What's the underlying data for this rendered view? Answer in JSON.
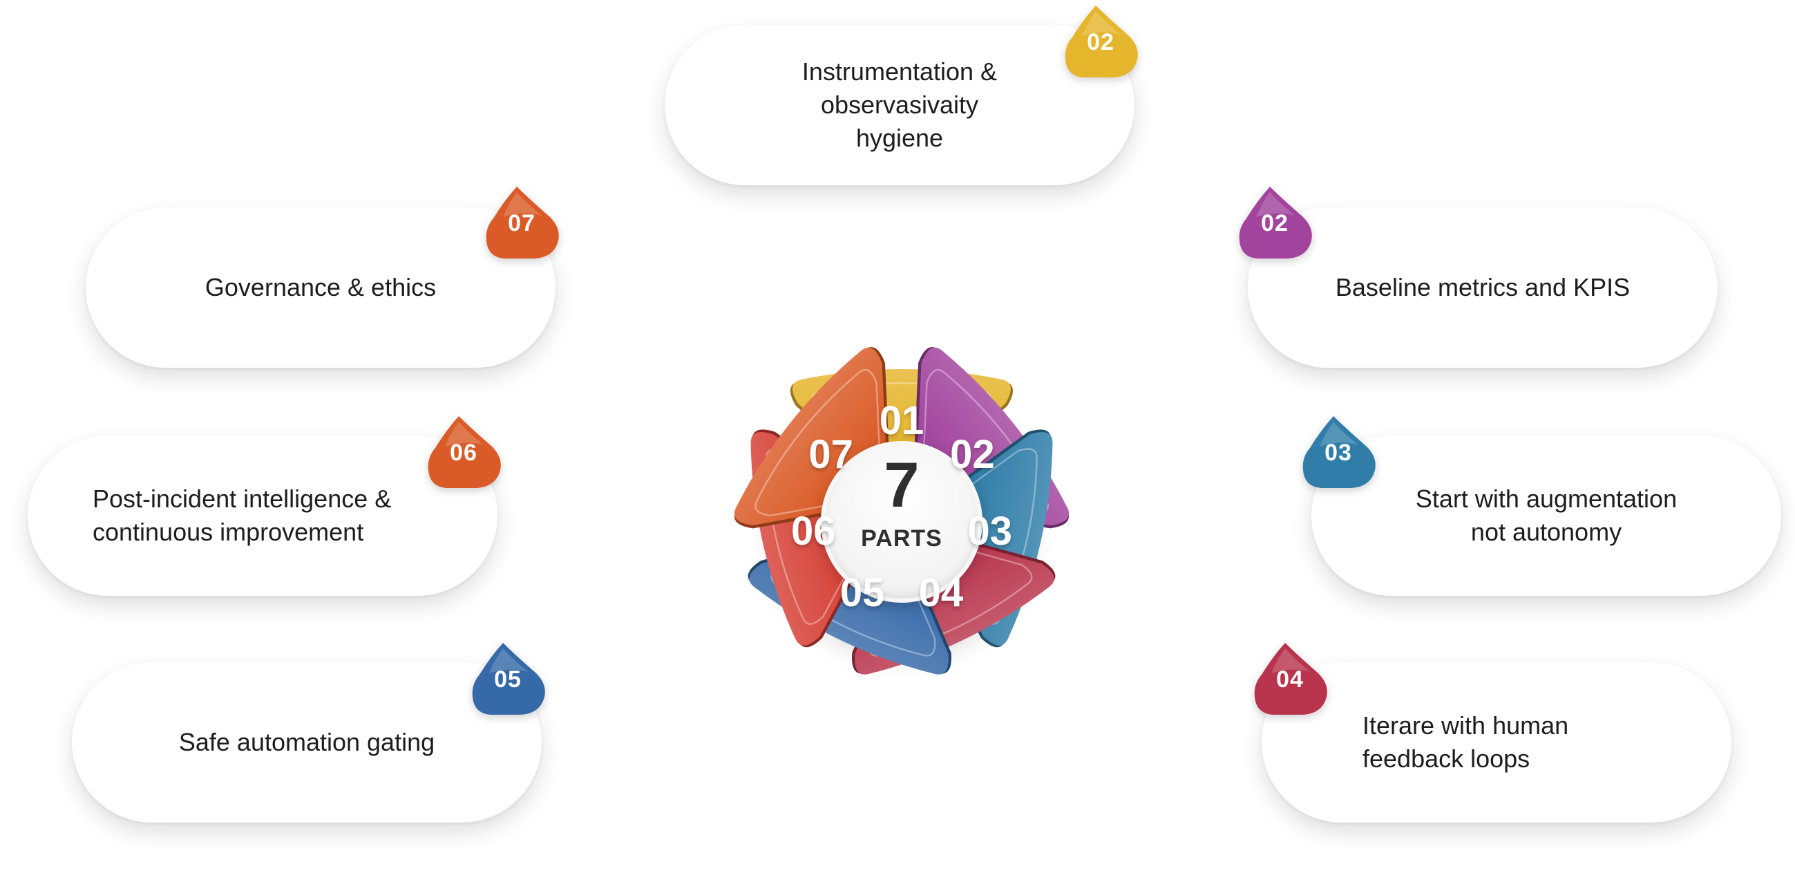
{
  "hub": {
    "number": "7",
    "label": "PARTS"
  },
  "petals": [
    {
      "num": "01",
      "color": "#E5B52C"
    },
    {
      "num": "02",
      "color": "#A2449E"
    },
    {
      "num": "03",
      "color": "#2F7DA8"
    },
    {
      "num": "04",
      "color": "#B8344C"
    },
    {
      "num": "05",
      "color": "#3669A8"
    },
    {
      "num": "06",
      "color": "#D53F35"
    },
    {
      "num": "07",
      "color": "#DA5B27"
    }
  ],
  "cards": [
    {
      "badge": "02",
      "badge_color": "#E5B52C",
      "text": "Instrumentation &\nobservasivaity\nhygiene"
    },
    {
      "badge": "02",
      "badge_color": "#A2449E",
      "text": "Baseline metrics and KPIS"
    },
    {
      "badge": "03",
      "badge_color": "#2F7DA8",
      "text": "Start with augmentation\nnot autonomy"
    },
    {
      "badge": "04",
      "badge_color": "#B8344C",
      "text": "Iterare with human\nfeedback loops"
    },
    {
      "badge": "05",
      "badge_color": "#3669A8",
      "text": "Safe automation gating"
    },
    {
      "badge": "06",
      "badge_color": "#DA5B27",
      "text": "Post-incident intelligence &\ncontinuous improvement"
    },
    {
      "badge": "07",
      "badge_color": "#DA5B27",
      "text": "Governance & ethics"
    }
  ]
}
